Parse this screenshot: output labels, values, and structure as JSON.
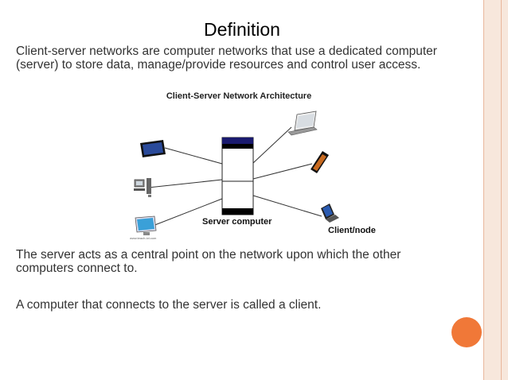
{
  "slide": {
    "title": "Definition",
    "paragraph1": "Client-server networks are computer networks that use a dedicated computer (server) to store data, manage/provide resources and control user access.",
    "paragraph2": "The server acts as a central point on the network upon which the other computers connect to.",
    "paragraph3": "A computer that connects to the server is called a client."
  },
  "diagram": {
    "title": "Client-Server Network Architecture",
    "server_label": "Server computer",
    "client_label": "Client/node",
    "watermark": "www.teach-ict.com"
  },
  "colors": {
    "accent": "#f07838",
    "border_band": "#f7e7dc",
    "server_bar": "#1a1a6e"
  }
}
